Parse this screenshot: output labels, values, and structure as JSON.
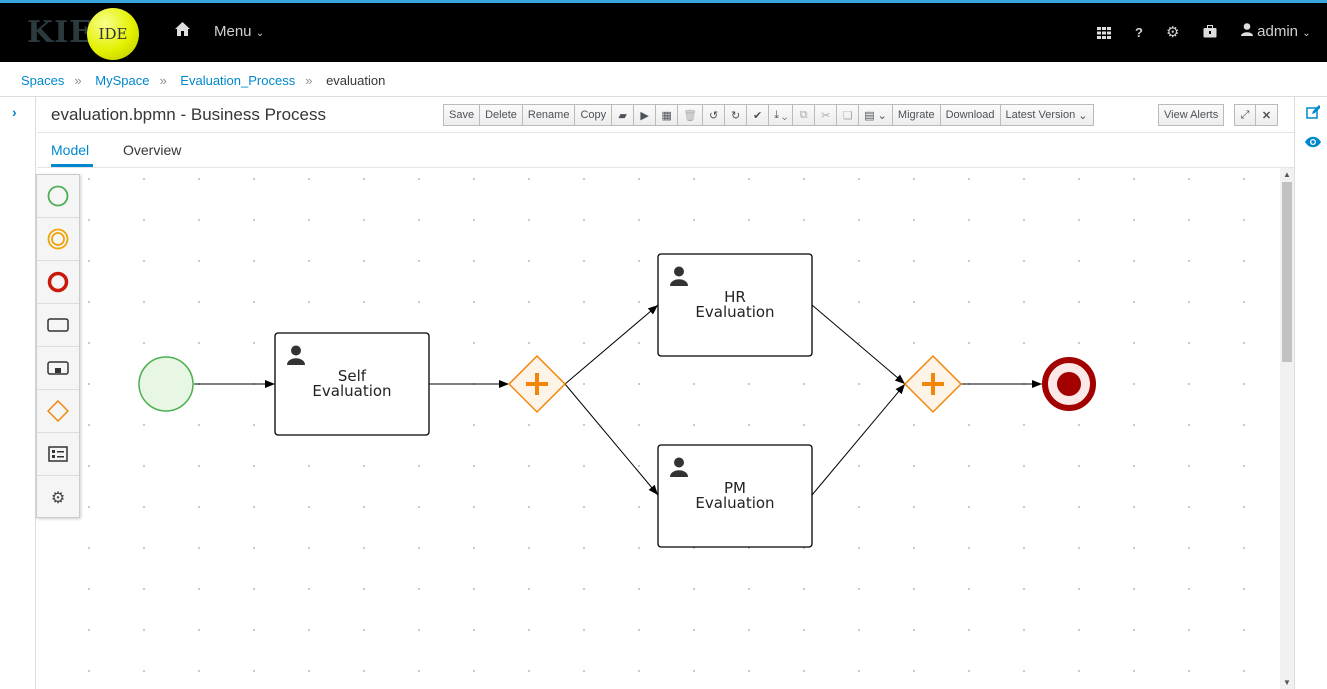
{
  "header": {
    "logo_kie": "KIE",
    "logo_ide": "IDE",
    "menu_label": "Menu",
    "user": "admin"
  },
  "breadcrumb": [
    "Spaces",
    "MySpace",
    "Evaluation_Process",
    "evaluation"
  ],
  "editor": {
    "title": "evaluation.bpmn - Business Process"
  },
  "toolbar": {
    "save": "Save",
    "delete": "Delete",
    "rename": "Rename",
    "copy": "Copy",
    "migrate": "Migrate",
    "download": "Download",
    "latest_version": "Latest Version",
    "view_alerts": "View Alerts"
  },
  "tabs": [
    "Model",
    "Overview"
  ],
  "palette": [
    "start-event",
    "intermediate-event",
    "end-event",
    "task",
    "subprocess",
    "gateway",
    "lane",
    "custom-tasks"
  ],
  "diagram": {
    "tasks": [
      {
        "line1": "Self",
        "line2": "Evaluation"
      },
      {
        "line1": "HR",
        "line2": "Evaluation"
      },
      {
        "line1": "PM",
        "line2": "Evaluation"
      }
    ]
  },
  "colors": {
    "accent": "#0088ce",
    "start": "#4caf50",
    "gateway": "#f0870a",
    "end": "#a30000"
  }
}
